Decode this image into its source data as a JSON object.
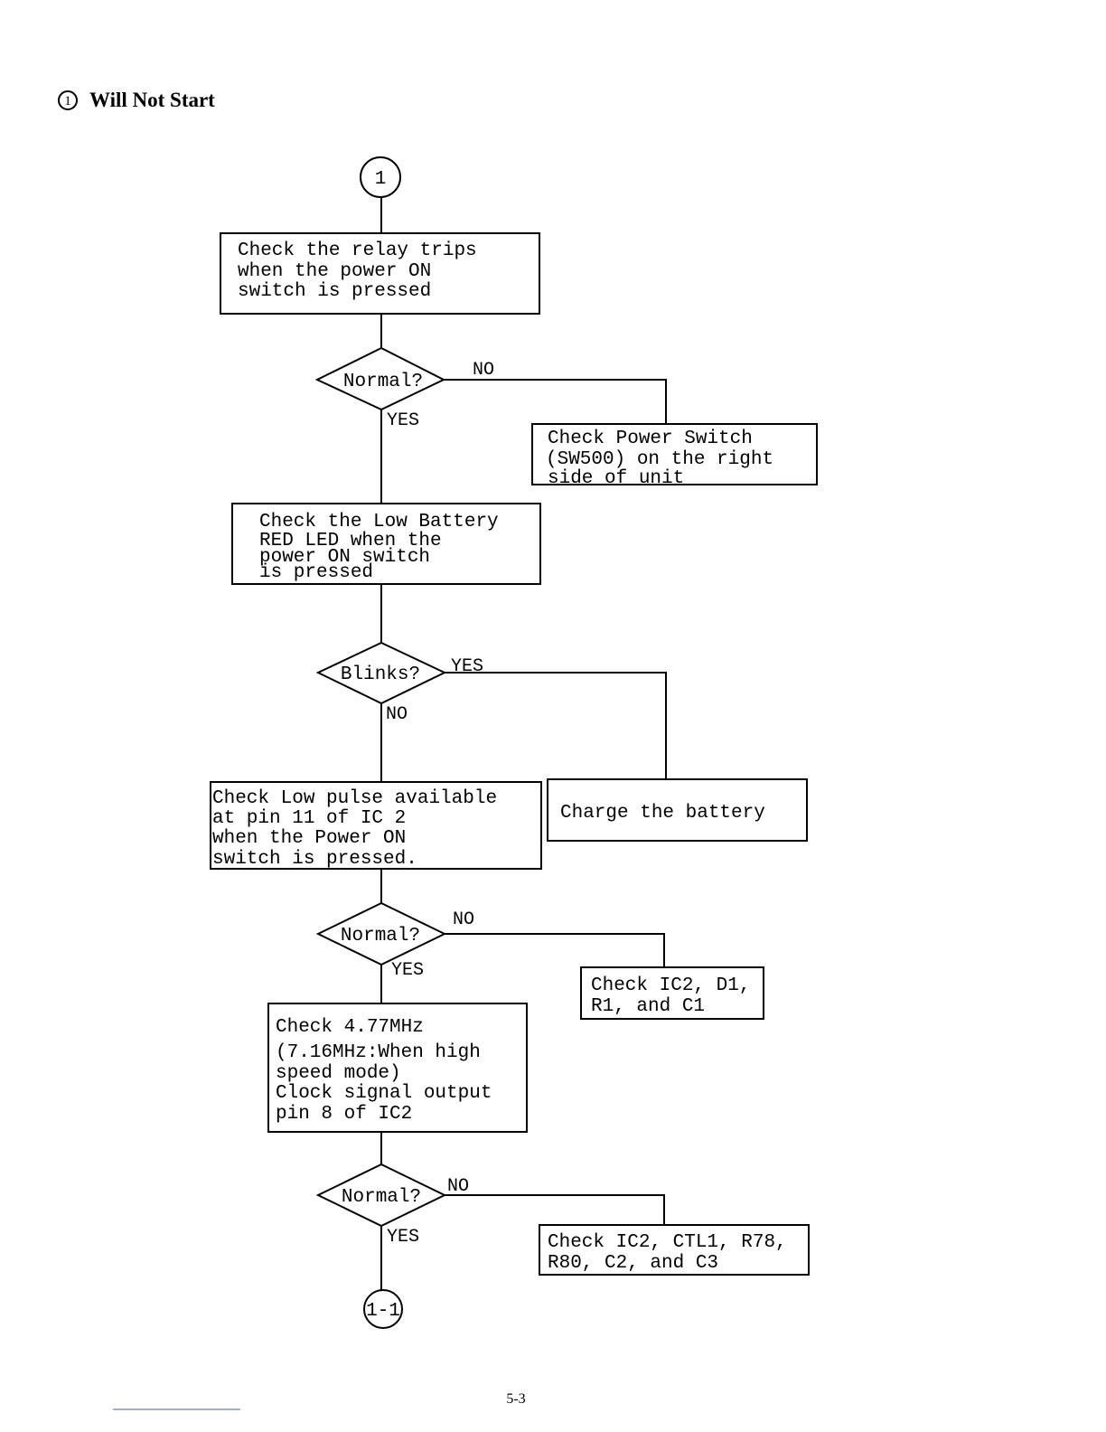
{
  "heading": {
    "number": "1",
    "title": "Will Not Start"
  },
  "connectors": {
    "start": "1",
    "end": "1-1"
  },
  "nodes": {
    "check_relay": [
      "Check the relay trips",
      "when the power ON",
      "switch is pressed"
    ],
    "decision_normal_1": "Normal?",
    "check_power_switch": [
      "Check Power Switch",
      "(SW500) on the right",
      "side of unit"
    ],
    "check_low_battery": [
      "Check the Low Battery",
      "RED LED when the",
      "power ON switch",
      "is pressed"
    ],
    "decision_blinks": "Blinks?",
    "charge_battery": [
      "Charge the battery"
    ],
    "check_low_pulse": [
      "Check Low pulse available",
      "at pin 11 of IC 2",
      "when the Power ON",
      "switch is pressed."
    ],
    "decision_normal_2": "Normal?",
    "check_ic2_d1": [
      "Check IC2, D1,",
      "R1, and C1"
    ],
    "check_clock": [
      "Check 4.77MHz",
      "(7.16MHz:When high",
      "speed mode)",
      "Clock signal output",
      "pin 8 of IC2"
    ],
    "decision_normal_3": "Normal?",
    "check_ic2_ctl1": [
      "Check IC2, CTL1, R78,",
      "R80, C2, and C3"
    ]
  },
  "edge_labels": {
    "n1_no": "NO",
    "n1_yes": "YES",
    "blinks_yes": "YES",
    "blinks_no": "NO",
    "n2_no": "NO",
    "n2_yes": "YES",
    "n3_no": "NO",
    "n3_yes": "YES"
  },
  "page_number": "5-3"
}
